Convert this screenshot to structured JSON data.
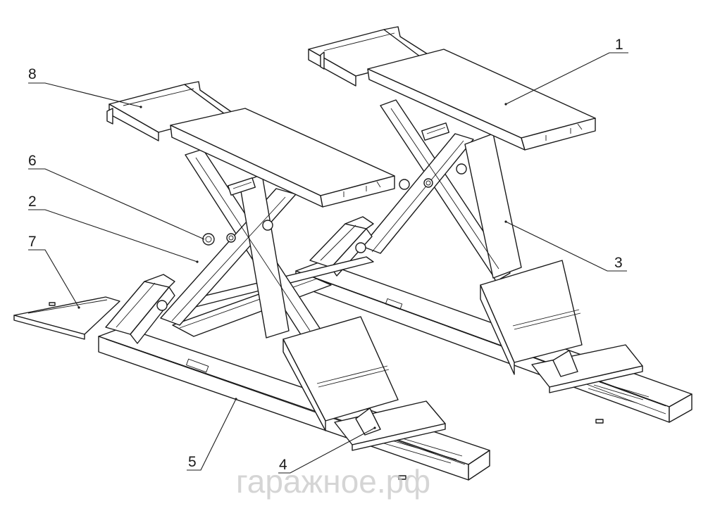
{
  "callouts": [
    {
      "id": "1",
      "label": "1"
    },
    {
      "id": "2",
      "label": "2"
    },
    {
      "id": "3",
      "label": "3"
    },
    {
      "id": "4",
      "label": "4"
    },
    {
      "id": "5",
      "label": "5"
    },
    {
      "id": "6",
      "label": "6"
    },
    {
      "id": "7",
      "label": "7"
    },
    {
      "id": "8",
      "label": "8"
    }
  ],
  "watermark": "гаражное.рф",
  "colors": {
    "line": "#1a1a1a",
    "background": "#ffffff",
    "watermark": "#c8c8c8"
  }
}
